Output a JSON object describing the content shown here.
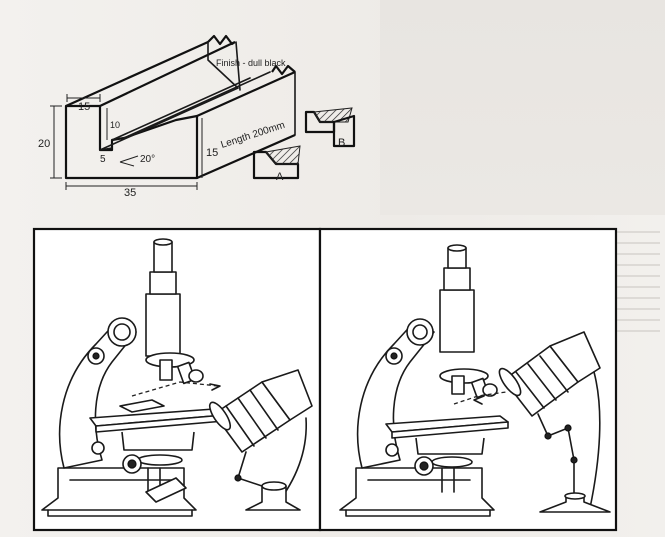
{
  "drawing": {
    "finish_label": "Finish - dull black",
    "length_label": "Length 200mm",
    "dim_width_top": "15",
    "dim_10": "10",
    "dim_height": "20",
    "dim_5": "5",
    "dim_angle": "20°",
    "dim_15_right": "15",
    "dim_width_base": "35",
    "detail_a": "A",
    "detail_b": "B"
  }
}
